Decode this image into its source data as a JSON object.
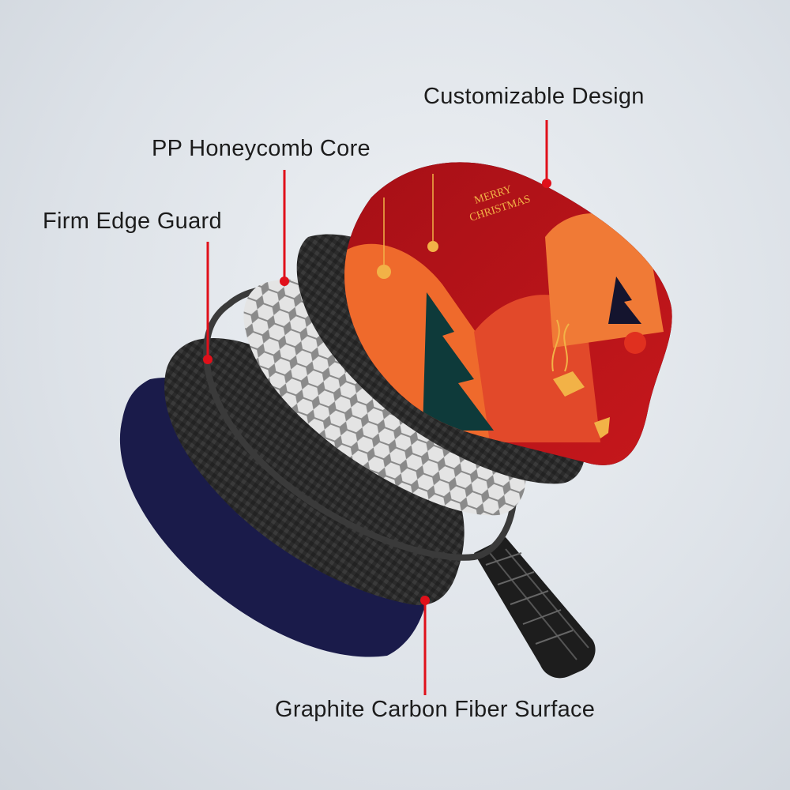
{
  "callouts": {
    "design": "Customizable Design",
    "core": "PP Honeycomb Core",
    "edge": "Firm Edge Guard",
    "surface": "Graphite Carbon Fiber Surface"
  },
  "paddle_face": {
    "greeting_line1": "MERRY",
    "greeting_line2": "CHRISTMAS"
  },
  "colors": {
    "callout_line": "#e0101a",
    "navy_layer": "#1a1b4a",
    "carbon": "#2b2b2b",
    "honeycomb": "#c9c9c9",
    "face_red": "#c0161c",
    "face_orange": "#ef6a2c",
    "face_gold": "#f2b247"
  }
}
